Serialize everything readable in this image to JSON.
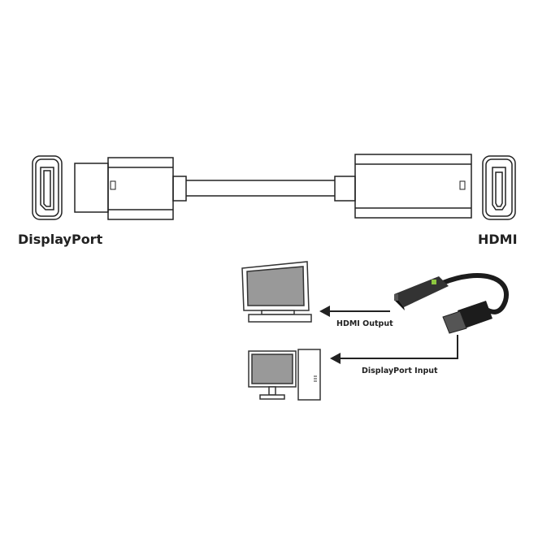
{
  "labels": {
    "displayport": "DisplayPort",
    "hdmi": "HDMI",
    "hdmi_output": "HDMI Output",
    "displayport_input": "DisplayPort Input"
  },
  "colors": {
    "line": "#222222",
    "screen": "#9a9a9a",
    "adapter": "#1c1c1c",
    "brand_green": "#8cc63f"
  }
}
